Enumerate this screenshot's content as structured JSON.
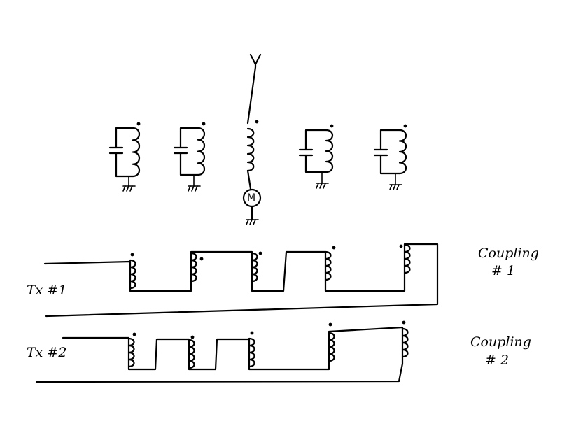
{
  "labels": {
    "motor": "M",
    "tx1": "Tx #1",
    "tx2": "Tx #2",
    "coupling1_line1": "Coupling",
    "coupling1_line2": "# 1",
    "coupling2_line1": "Coupling",
    "coupling2_line2": "# 2"
  },
  "colors": {
    "ink": "#000000",
    "background": "#ffffff"
  }
}
